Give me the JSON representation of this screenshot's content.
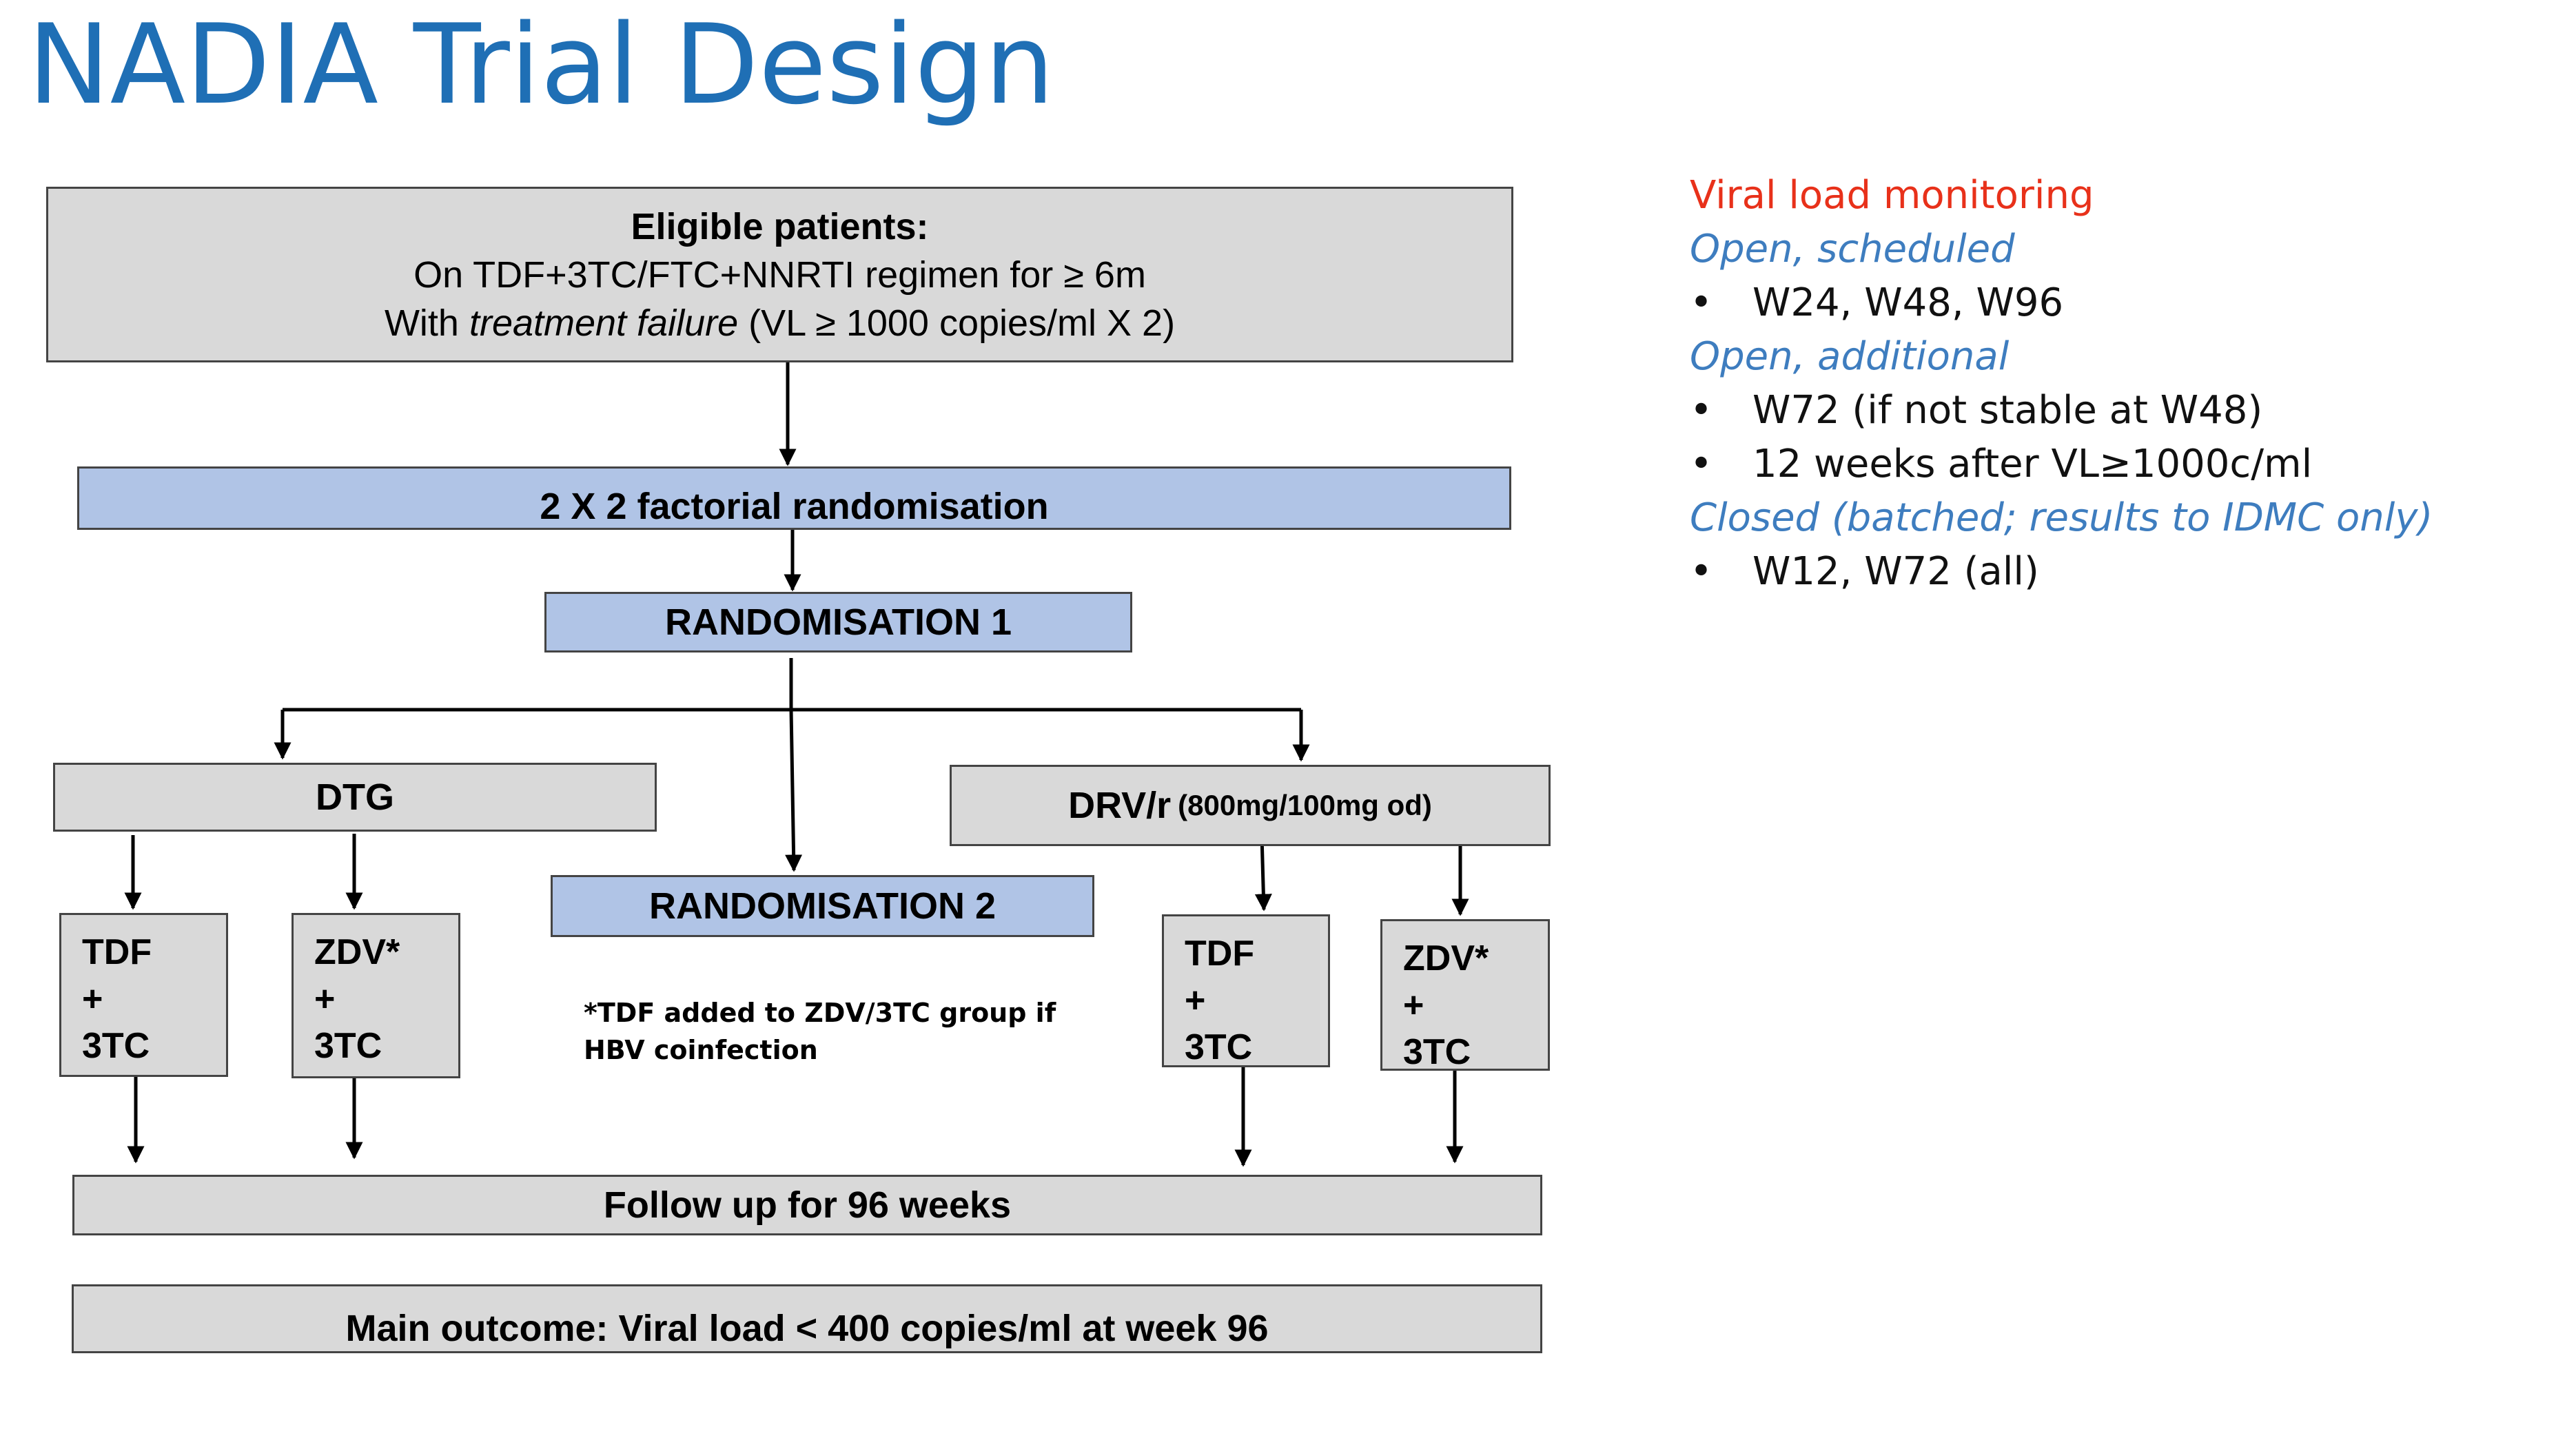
{
  "title": "NADIA Trial Design",
  "diagram": {
    "eligible": {
      "heading": "Eligible patients:",
      "line1": "On TDF+3TC/FTC+NNRTI regimen for ≥ 6m",
      "line2_prefix": "With ",
      "line2_emphasis": "treatment failure",
      "line2_suffix": " (VL ≥ 1000 copies/ml X 2)"
    },
    "factorial": "2 X 2 factorial randomisation",
    "randomisation1": "RANDOMISATION 1",
    "randomisation2": "RANDOMISATION 2",
    "dtg": "DTG",
    "drv_main": "DRV/r",
    "drv_dose": "(800mg/100mg od)",
    "arms": [
      {
        "drug": "TDF",
        "plus": "+",
        "base": "3TC"
      },
      {
        "drug": "ZDV*",
        "plus": "+",
        "base": "3TC"
      },
      {
        "drug": "TDF",
        "plus": "+",
        "base": "3TC"
      },
      {
        "drug": "ZDV*",
        "plus": "+",
        "base": "3TC"
      }
    ],
    "footnote_line1": "*TDF added to ZDV/3TC group if",
    "footnote_line2": "HBV coinfection",
    "followup": "Follow up for 96 weeks",
    "outcome": "Main outcome: Viral load < 400 copies/ml at week 96"
  },
  "monitoring": {
    "heading": "Viral load monitoring",
    "bullet_char": "•",
    "groups": [
      {
        "label": "Open, scheduled",
        "items": [
          "W24, W48, W96"
        ]
      },
      {
        "label": "Open, additional",
        "items": [
          "W72 (if not stable at W48)",
          "12 weeks after VL≥1000c/ml"
        ]
      },
      {
        "label": "Closed (batched; results to IDMC only)",
        "items": [
          "W12, W72 (all)"
        ]
      }
    ]
  },
  "colors": {
    "title": "#1f6fb5",
    "box_grey": "#d9d9d9",
    "box_blue": "#b0c4e6",
    "heading_red": "#e8311a",
    "label_blue": "#3e7dbf"
  }
}
